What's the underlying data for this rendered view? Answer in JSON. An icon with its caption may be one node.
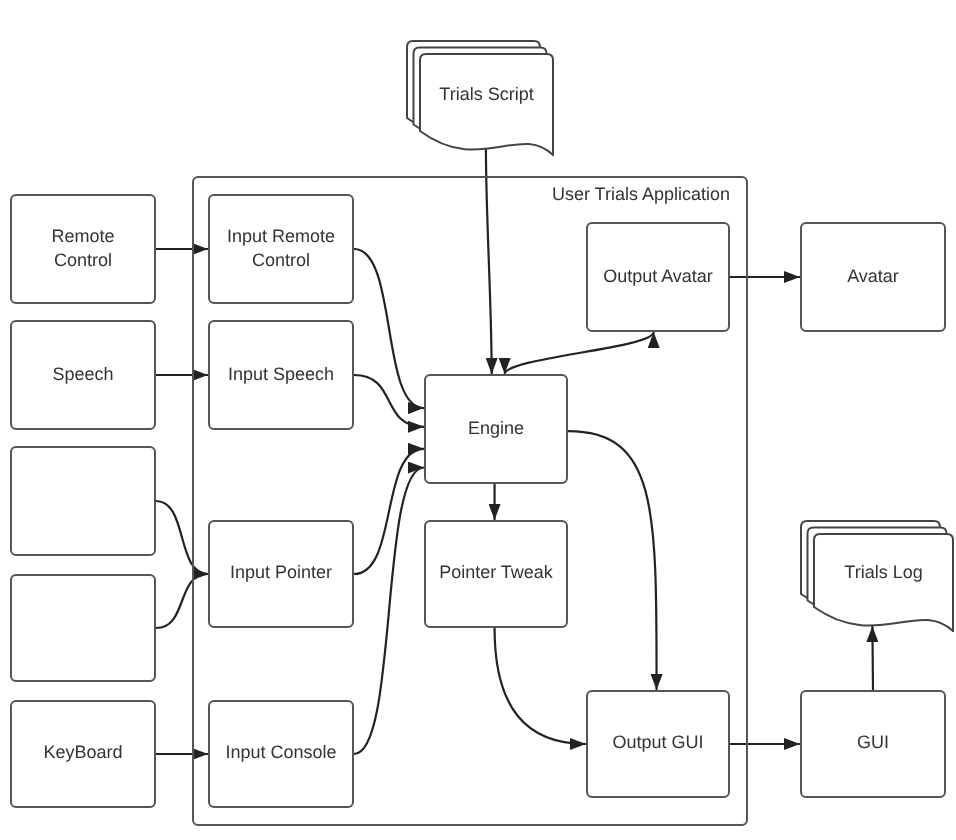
{
  "diagram": {
    "nodes": [
      {
        "text": [
          "Trials Script"
        ]
      },
      {
        "text": [
          "User Trials Application"
        ]
      },
      {
        "text": [
          "Remote Control"
        ]
      },
      {
        "text": [
          "Speech"
        ]
      },
      {
        "text": [],
        "shape": "box"
      },
      {
        "text": [],
        "shape": "box"
      },
      {
        "text": [
          "KeyBoard"
        ]
      },
      {
        "text": [
          "Input Remote Control"
        ],
        "in": 1
      },
      {
        "text": [
          "Input Speech"
        ],
        "in": 1
      },
      {
        "text": [
          "Input Pointer"
        ],
        "in": 1
      },
      {
        "text": [
          "Input Console"
        ],
        "in": 1
      },
      {
        "text": [
          "Engine"
        ],
        "in": 1
      },
      {
        "text": [
          "Pointer Tweak"
        ],
        "in": 1
      },
      {
        "text": [
          "Output Avatar"
        ],
        "in": 1
      },
      {
        "text": [
          "Output GUI"
        ],
        "in": 1
      },
      {
        "text": [
          "Avatar"
        ]
      },
      {
        "text": [
          "GUI"
        ]
      },
      {
        "text": [
          "Trials Log"
        ]
      }
    ],
    "edges": [
      {
        "from": 0,
        "to": 11,
        "arrow": "to"
      },
      {
        "from": 2,
        "to": 7,
        "arrow": "to"
      },
      {
        "from": 3,
        "to": 8,
        "arrow": "to"
      },
      {
        "from": 4,
        "to": 9,
        "arrow": "to"
      },
      {
        "from": 5,
        "to": 9,
        "arrow": "to"
      },
      {
        "from": 6,
        "to": 10,
        "arrow": "to"
      },
      {
        "from": 7,
        "to": 11,
        "arrow": "to"
      },
      {
        "from": 8,
        "to": 11,
        "arrow": "to"
      },
      {
        "from": 9,
        "to": 11,
        "arrow": "to"
      },
      {
        "from": 10,
        "to": 11,
        "arrow": "to"
      },
      {
        "from": 11,
        "to": 13,
        "arrow": "both"
      },
      {
        "from": 13,
        "to": 15,
        "arrow": "to"
      },
      {
        "from": 11,
        "to": 12,
        "arrow": "to"
      },
      {
        "from": 11,
        "to": 14,
        "arrow": "to"
      },
      {
        "from": 12,
        "to": 14,
        "arrow": "to"
      },
      {
        "from": 14,
        "to": 16,
        "arrow": "to"
      },
      {
        "from": 16,
        "to": 17,
        "arrow": "to"
      }
    ]
  }
}
